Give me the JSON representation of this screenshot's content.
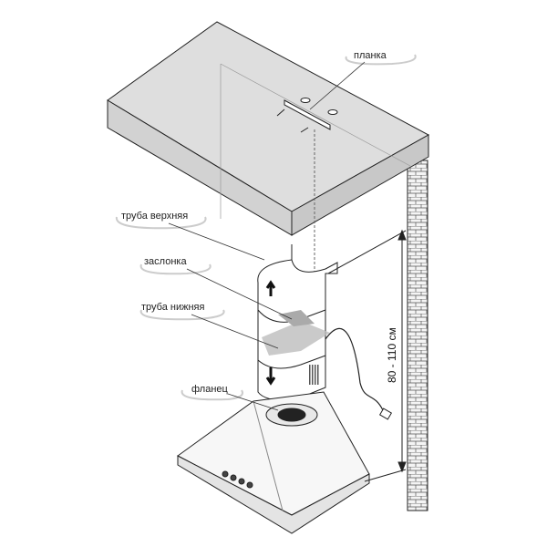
{
  "labels": {
    "bracket": "планка",
    "upper_pipe": "труба верхняя",
    "damper": "заслонка",
    "lower_pipe": "труба нижняя",
    "flange": "фланец"
  },
  "dimension": "80 - 110 см",
  "colors": {
    "surface": "#dedede",
    "line": "#222222",
    "shade": "#bdbdbd"
  }
}
